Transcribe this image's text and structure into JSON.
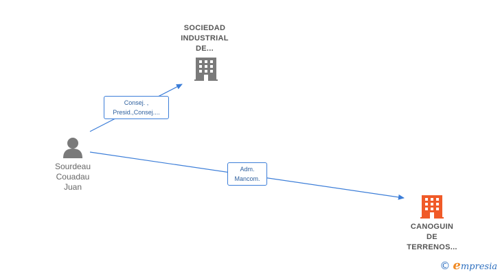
{
  "colors": {
    "edge": "#3b7dd8",
    "company_gray": "#7a7a7a",
    "company_orange": "#f05a28",
    "person": "#7a7a7a"
  },
  "nodes": {
    "company_top": {
      "lines": [
        "SOCIEDAD",
        "INDUSTRIAL",
        "DE..."
      ],
      "icon": "building-icon"
    },
    "person": {
      "lines": [
        "Sourdeau",
        "Couadau",
        "Juan"
      ],
      "icon": "person-icon"
    },
    "company_bottom": {
      "lines": [
        "CANOGUIN",
        "DE",
        "TERRENOS..."
      ],
      "icon": "building-icon"
    }
  },
  "edges": {
    "to_top": {
      "lines": [
        "Consej. ,",
        "Presid.,Consej...."
      ]
    },
    "to_bottom": {
      "lines": [
        "Adm.",
        "Mancom."
      ]
    }
  },
  "brand": {
    "copyright": "©",
    "first_letter": "e",
    "rest": "mpresia"
  }
}
